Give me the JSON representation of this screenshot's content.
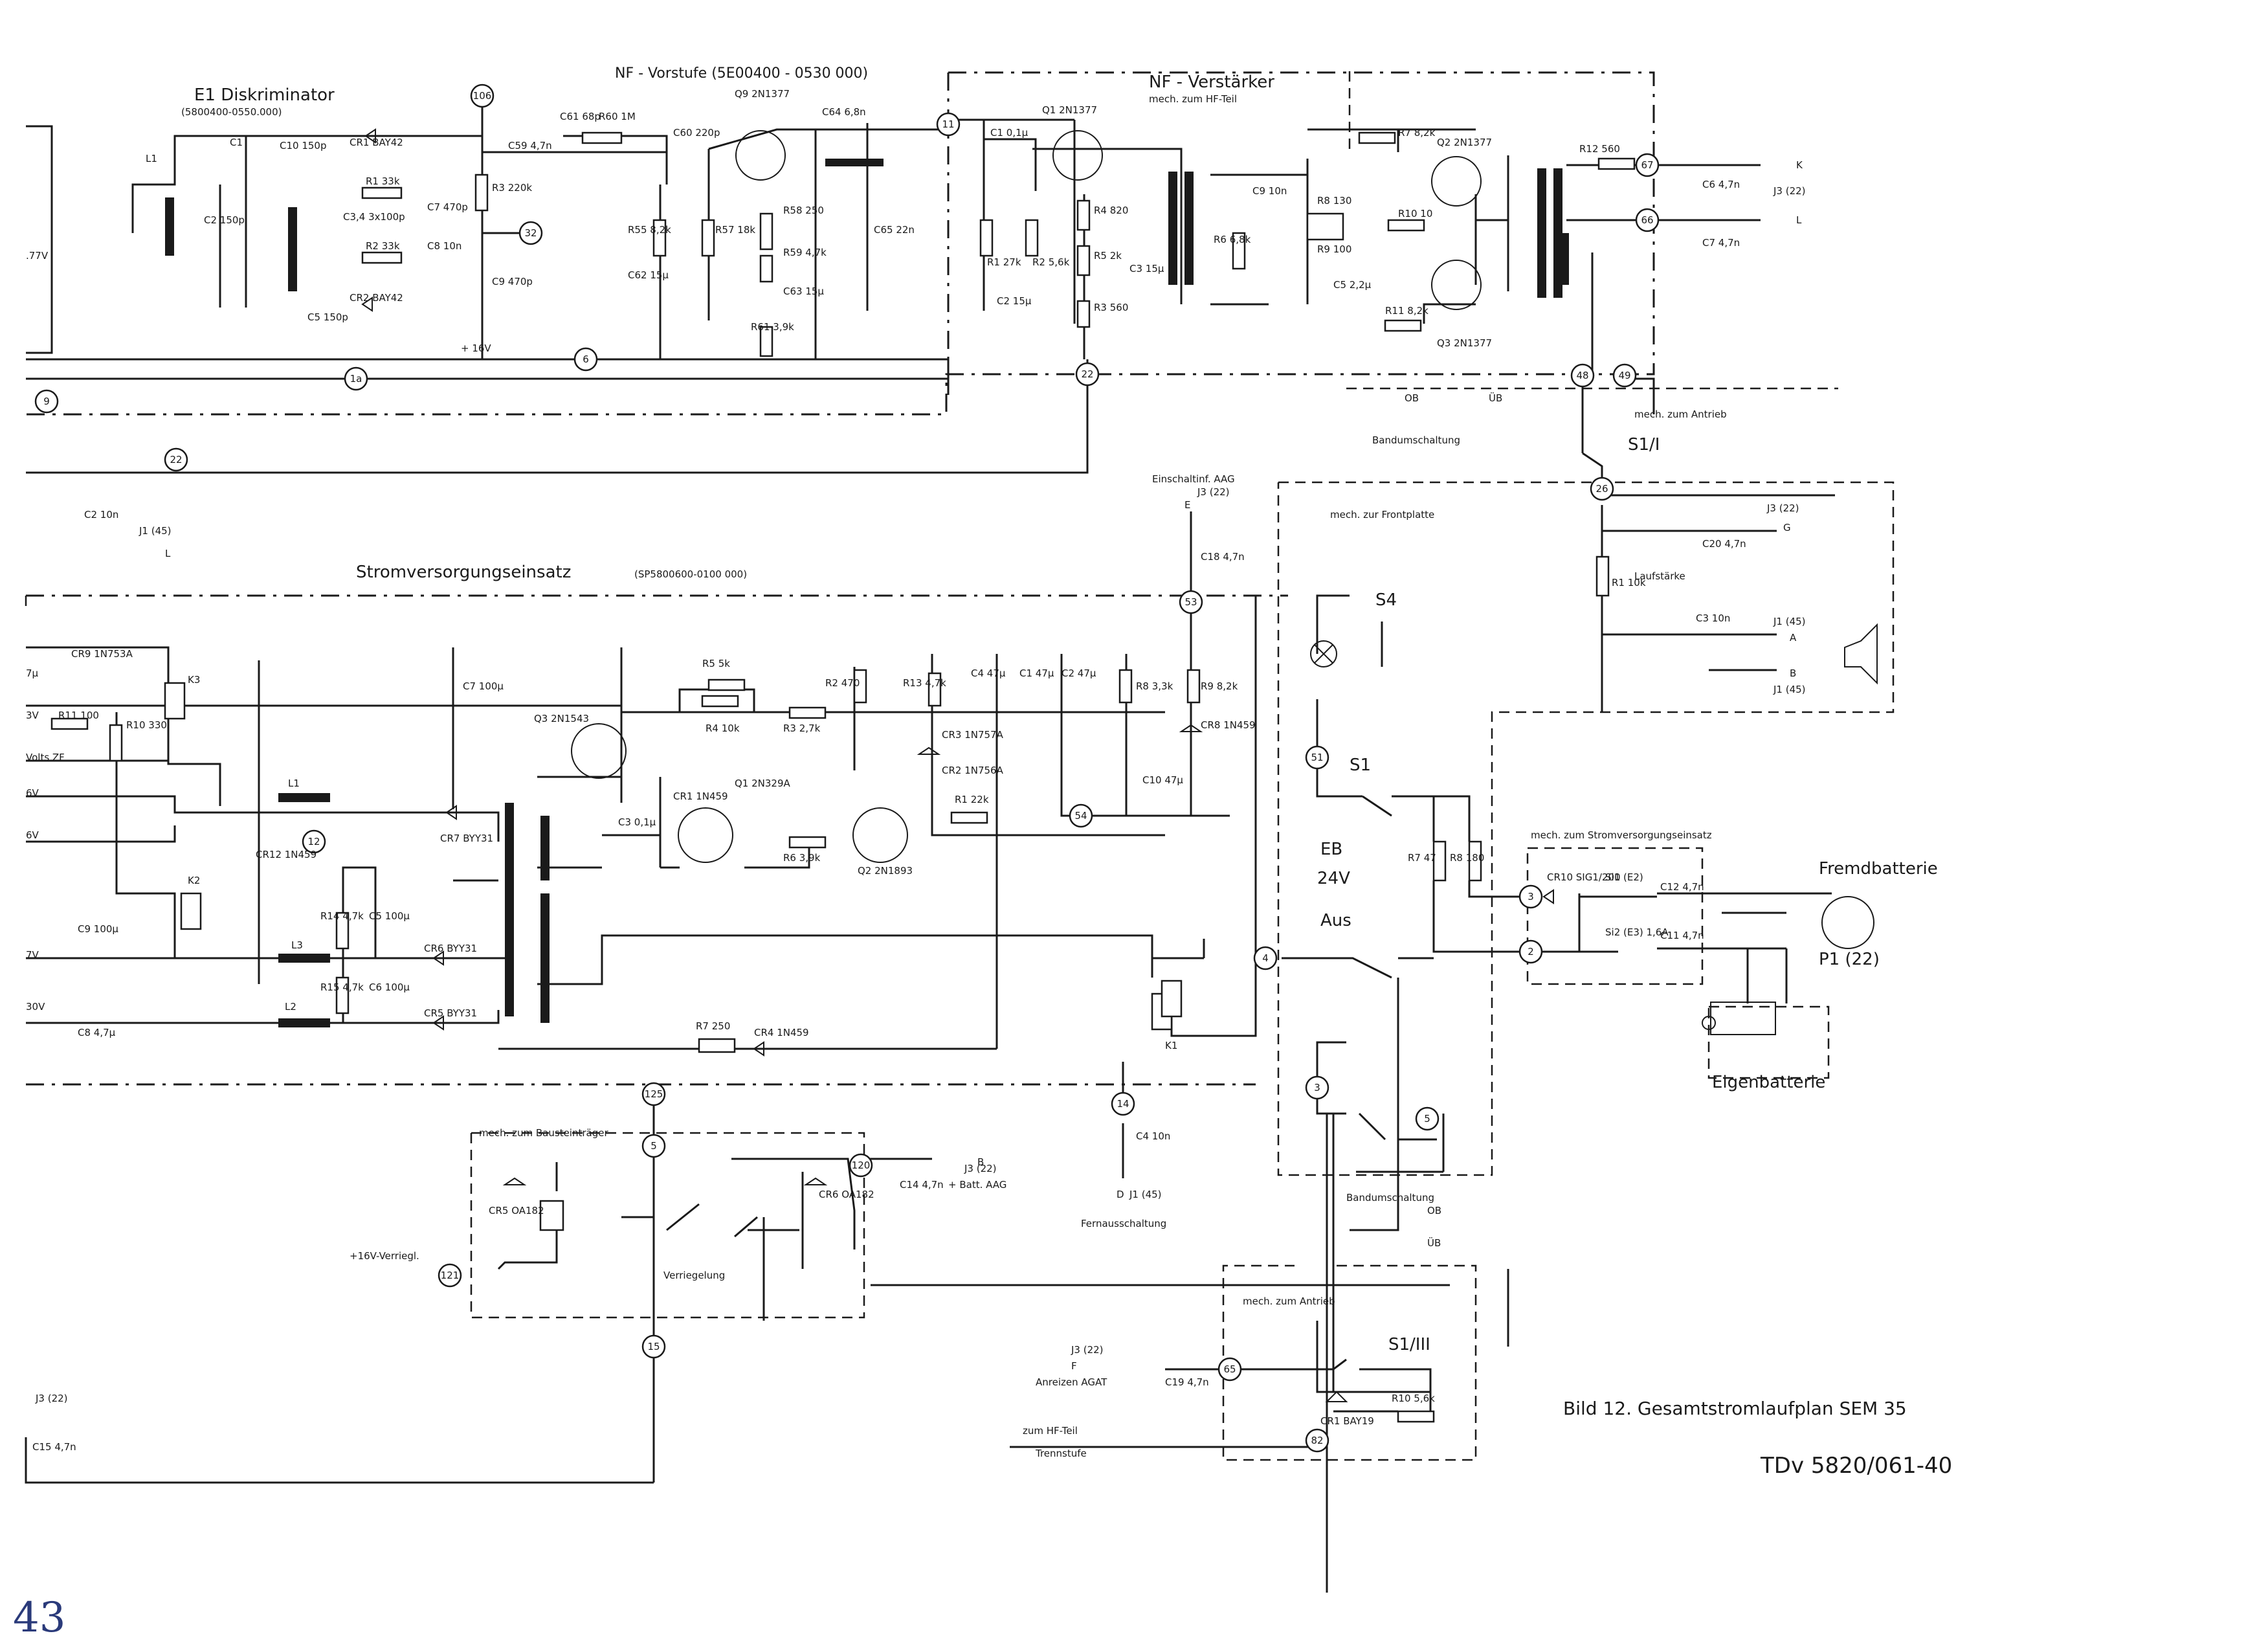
{
  "page_number": "43",
  "caption": {
    "title": "Bild 12. Gesamtstromlaufplan SEM 35",
    "doc_number": "TDv 5820/061-40"
  },
  "sections": {
    "diskriminator": "E1 Diskriminator",
    "diskriminator_id": "(5800400-0550.000)",
    "nf_vorstufe": "NF - Vorstufe (5E00400 - 0530 000)",
    "nf_verstaerker": "NF - Verstärker",
    "nf_verstaerker_note": "mech. zum HF-Teil",
    "stromversorgung": "Stromversorgungseinsatz",
    "stromversorgung_id": "(SP5800600-0100 000)"
  },
  "annotations": {
    "frontplatte": "mech. zur Frontplatte",
    "bausteintraeger": "mech. zum Bausteinträger",
    "antrieb_top": "mech. zum Antrieb",
    "antrieb_bottom": "mech. zum Antrieb",
    "stromversorgungseinsatz": "mech. zum Stromversorgungseinsatz",
    "bandumschaltung": "Bandumschaltung",
    "bandumschaltung_2": "Bandumschaltung",
    "einschaltinf": "Einschaltinf. AAG",
    "fernausschaltung": "Fernausschaltung",
    "verriegelung": "Verriegelung",
    "verriegelung_supply": "+16V-Verriegl.",
    "batt_aag": "+ Batt. AAG",
    "anreizen": "Anreizen AGAT",
    "hf_teil": "zum HF-Teil",
    "trennstufe": "Trennstufe",
    "laufstaerke": "Laufstärke",
    "supply_16v": "+ 16V"
  },
  "power": {
    "fremdbatterie": "Fremdbatterie",
    "eigenbatterie": "Eigenbatterie",
    "p1": "P1 (22)",
    "switch_eb": "EB",
    "switch_24v": "24V",
    "switch_aus": "Aus"
  },
  "switches": {
    "s1": "S1",
    "s1_1": "S1/I",
    "s1_3": "S1/III",
    "s4": "S4"
  },
  "node_labels": [
    "106",
    "32",
    "11",
    "67",
    "66",
    "22",
    "1a",
    "6",
    "9",
    "22",
    "53",
    "54",
    "125",
    "12",
    "14",
    "4",
    "2",
    "3",
    "5",
    "26",
    "48",
    "49",
    "51",
    "120",
    "121",
    "15",
    "65",
    "82",
    "3",
    "5"
  ],
  "components": {
    "l1_top": "L1",
    "c1_top": "C1",
    "c2_top": "C2 150p",
    "c10_top": "C10 150p",
    "cr1_top": "CR1 BAY42",
    "r1_top": "R1 33k",
    "r2_top": "R2 33k",
    "c3_top": "C3,4 3x100p",
    "c7_top": "C7 470p",
    "c8_top": "C8 10n",
    "c5_top": "C5 150p",
    "cr2_top": "CR2 BAY42",
    "c59": "C59 4,7n",
    "r3_top": "R3 220k",
    "c9_top": "C9 470p",
    "c61": "C61 68p",
    "r60": "R60 1M",
    "c60": "C60 220p",
    "r55": "R55 8,2k",
    "c62": "C62 15μ",
    "q9": "Q9 2N1377",
    "r57": "R57 18k",
    "r58": "R58 250",
    "r59": "R59 4,7k",
    "c63": "C63 15μ",
    "r61": "R61 3,9k",
    "c64": "C64 6,8n",
    "c65": "C65 22n",
    "q1_nf": "Q1 2N1377",
    "c1_nf": "C1 0,1μ",
    "r1_nf": "R1 27k",
    "r2_nf": "R2 5,6k",
    "r4_nf": "R4 820",
    "r5_nf": "R5 2k",
    "c3_nf": "C3 15μ",
    "r3_nf": "R3 560",
    "c2_nf": "C2 15μ",
    "c9_nf": "C9 10n",
    "r6_nf": "R6 6,8k",
    "r7_nf": "R7 8,2k",
    "q2_nf": "Q2 2N1377",
    "r8_nf": "R8 130",
    "r9_nf": "R9 100",
    "r10_nf": "R10 10",
    "c5_nf": "C5 2,2μ",
    "r11_nf": "R11 8,2k",
    "q3_nf": "Q3 2N1377",
    "r12_nf": "R12 560",
    "c6_nf": "C6 4,7n",
    "c7_nf": "C7 4,7n",
    "c20": "C20 4,7n",
    "r1_vol": "R1 10k",
    "c3_vol": "C3 10n",
    "c18": "C18 4,7n",
    "cr9": "CR9 1N753A",
    "r11_ps": "R11 100",
    "r10_ps": "R10 330",
    "k3": "K3",
    "k2": "K2",
    "l1_ps": "L1",
    "cr12": "CR12 1N459",
    "c9_ps": "C9 100μ",
    "r14": "R14 4,7k",
    "c5_ps": "C5 100μ",
    "l3": "L3",
    "cr6": "CR6 BYY31",
    "l2": "L2",
    "r15": "R15 4,7k",
    "c6_ps": "C6 100μ",
    "cr5": "CR5 BYY31",
    "c8_ps": "C8 4,7μ",
    "c7_ps": "C7 100μ",
    "cr7": "CR7 BYY31",
    "q3_ps": "Q3 2N1543",
    "c3_ps": "C3 0,1μ",
    "cr1_ps": "CR1 1N459",
    "q1_ps": "Q1 2N329A",
    "r5_ps": "R5 5k",
    "r4_ps": "R4 10k",
    "r3_ps": "R3 2,7k",
    "r6_ps": "R6 3,9k",
    "r2_ps": "R2 470",
    "q2_ps": "Q2 2N1893",
    "r13": "R13 4,7k",
    "cr3": "CR3 1N757A",
    "cr2": "CR2 1N756A",
    "r1_ps": "R1 22k",
    "c4_ps": "C4 47μ",
    "c1_ps": "C1 47μ",
    "c2_ps": "C2 47μ",
    "r8_ps": "R8 3,3k",
    "r9_ps": "R9 8,2k",
    "cr8": "CR8 1N459",
    "c10_ps": "C10 47μ",
    "r7_ps": "R7 250",
    "cr4": "CR4 1N459",
    "k1": "K1",
    "r7_front": "R7 47",
    "r8_front": "R8 180",
    "cr10": "CR10 SIG1/200",
    "si1": "Si1 (E2)",
    "si2": "Si2 (E3) 1,6A",
    "c12": "C12 4,7n",
    "c11": "C11 4,7n",
    "c4_fern": "C4 10n",
    "cr5_v": "CR5 OA182",
    "cr6_v": "CR6 OA182",
    "c14": "C14 4,7n",
    "c19": "C19 4,7n",
    "cr1_b": "CR1 BAY19",
    "r10_b": "R10 5,6k",
    "c2_left": "C2 10n",
    "c15_left": "C15 4,7n"
  },
  "connectors": {
    "j3_22_k": "J3 (22)",
    "k": "K",
    "l": "L",
    "j3_22_g": "J3 (22)",
    "g": "G",
    "j1_45_a": "J1 (45)",
    "a": "A",
    "b": "B",
    "j1_45_b": "J1 (45)",
    "j3_22_e": "J3 (22)",
    "e": "E",
    "j1_45_left": "J1 (45)",
    "l_left": "L",
    "j3_22_b": "J3 (22)",
    "b_batt": "B",
    "j1_45_fern": "J1 (45)",
    "d": "D",
    "j3_22_f": "J3 (22)",
    "f": "F",
    "j3_22_left": "J3 (22)",
    "ub": "ÜB",
    "ob": "OB",
    "ub2": "ÜB",
    "ob2": "OB",
    "left_volts": ".77V",
    "left_3v": "3V",
    "left_volts_zf": "Volts ZF",
    "left_6v_a": "6V",
    "left_6v_b": "6V",
    "left_7v": "7V",
    "left_30v": "30V",
    "left_7u": "7μ"
  }
}
